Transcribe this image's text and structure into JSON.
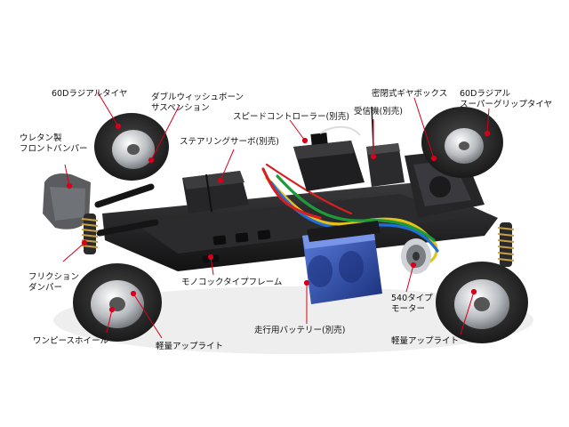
{
  "labels": {
    "radial_tire_front": "60Dラジアルタイヤ",
    "double_wishbone_1": "ダブルウィッシュボーン",
    "double_wishbone_2": "サスペンション",
    "urethan_bumper_1": "ウレタン製",
    "urethan_bumper_2": "フロントバンパー",
    "speed_controller": "スピードコントローラー(別売)",
    "receiver": "受信機(別売)",
    "gearbox": "密閉式ギヤボックス",
    "super_grip_1": "60Dラジアル",
    "super_grip_2": "スーパーグリップタイヤ",
    "steering_servo": "ステアリングサーボ(別売)",
    "friction_damper_1": "フリクション",
    "friction_damper_2": "ダンパー",
    "monocoque_frame": "モノコックタイプフレーム",
    "motor_1": "540タイプ",
    "motor_2": "モーター",
    "one_piece_wheel": "ワンピースホイール",
    "light_upright_front": "軽量アップライト",
    "battery": "走行用バッテリー(別売)",
    "light_upright_rear": "軽量アップライト"
  },
  "colors": {
    "background": "#ffffff",
    "chassis": "#1c1c1e",
    "tire": "#2a2a2a",
    "wheel_chrome": "#c9ccd0",
    "battery_blue": "#2a4fb8",
    "callout_red": "#d7001a",
    "wire_red": "#d62020",
    "wire_blue": "#1f6fd8",
    "wire_yellow": "#e3c21a",
    "wire_green": "#1f9a3a"
  },
  "icons": [
    "rc-car-chassis-photo"
  ]
}
